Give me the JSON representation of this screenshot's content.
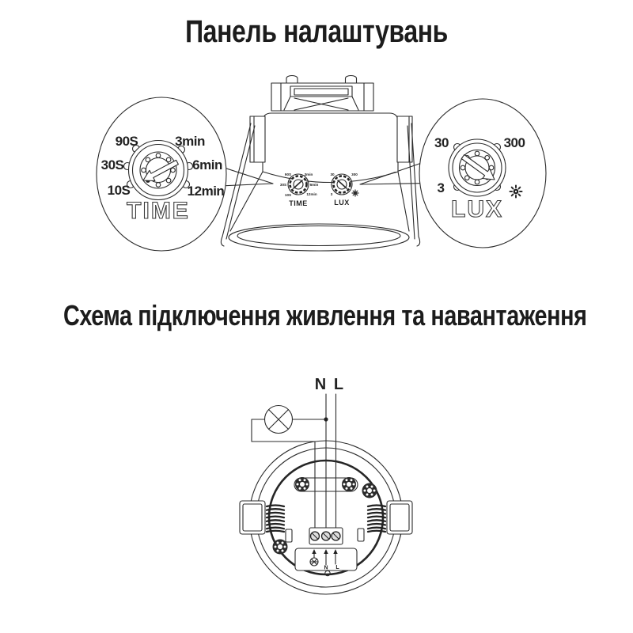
{
  "titles": {
    "settings": "Панель налаштувань",
    "wiring": "Схема підключення живлення та навантаження"
  },
  "time_callout": {
    "title": "TIME",
    "labels": {
      "l1": "90S",
      "l2": "30S",
      "l3": "10S",
      "r1": "3min",
      "r2": "6min",
      "r3": "12min"
    }
  },
  "lux_callout": {
    "title": "LUX",
    "labels": {
      "l1": "30",
      "l2": "3",
      "r1": "300"
    }
  },
  "icons": {
    "daylight": "sun-icon",
    "lamp": "lamp-icon"
  },
  "wiring": {
    "neutral_label": "N",
    "live_label": "L",
    "terminal_neutral": "N",
    "terminal_live": "L"
  },
  "colors": {
    "line": "#2b2b2b",
    "text": "#1c1c1c",
    "background": "#ffffff"
  }
}
